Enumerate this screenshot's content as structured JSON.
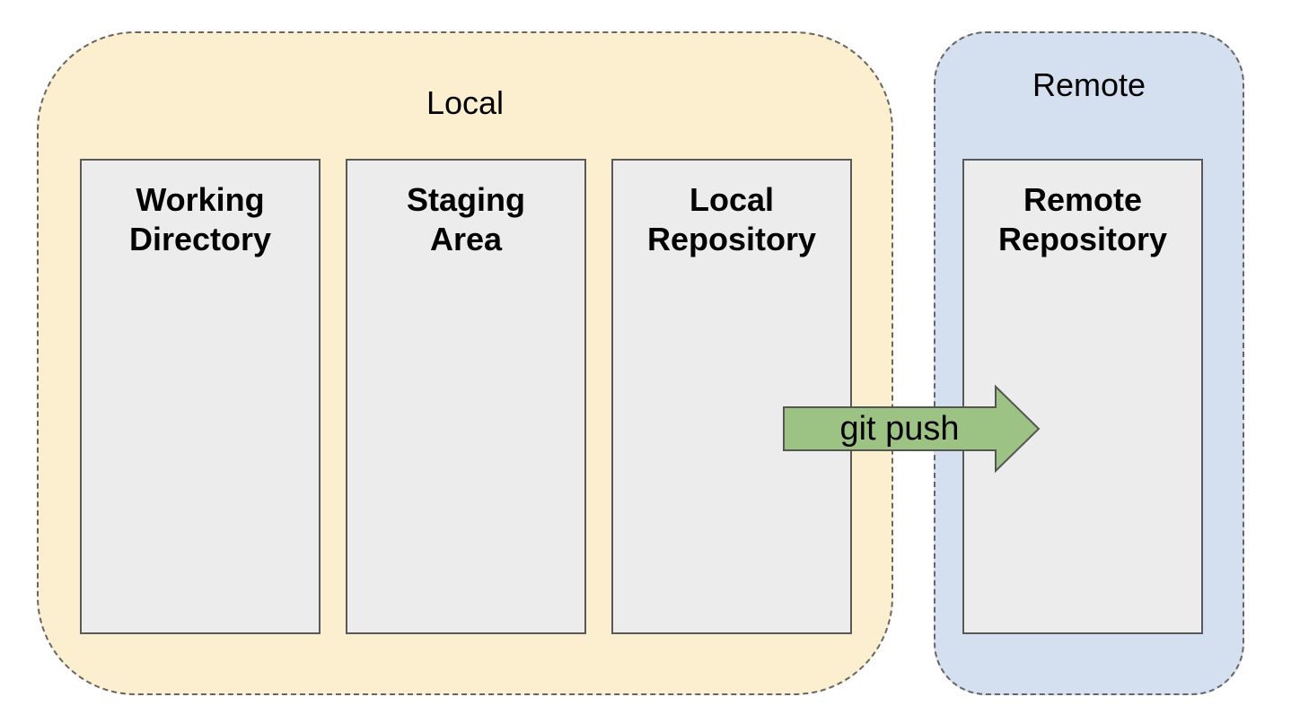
{
  "regions": {
    "local": {
      "title": "Local",
      "fill": "#fcefcf"
    },
    "remote": {
      "title": "Remote",
      "fill": "#d4e0ef"
    }
  },
  "boxes": {
    "working_directory": {
      "line1": "Working",
      "line2": "Directory"
    },
    "staging_area": {
      "line1": "Staging",
      "line2": "Area"
    },
    "local_repository": {
      "line1": "Local",
      "line2": "Repository"
    },
    "remote_repository": {
      "line1": "Remote",
      "line2": "Repository"
    }
  },
  "arrow": {
    "label": "git push",
    "fill": "#9dc384",
    "direction": "right"
  }
}
